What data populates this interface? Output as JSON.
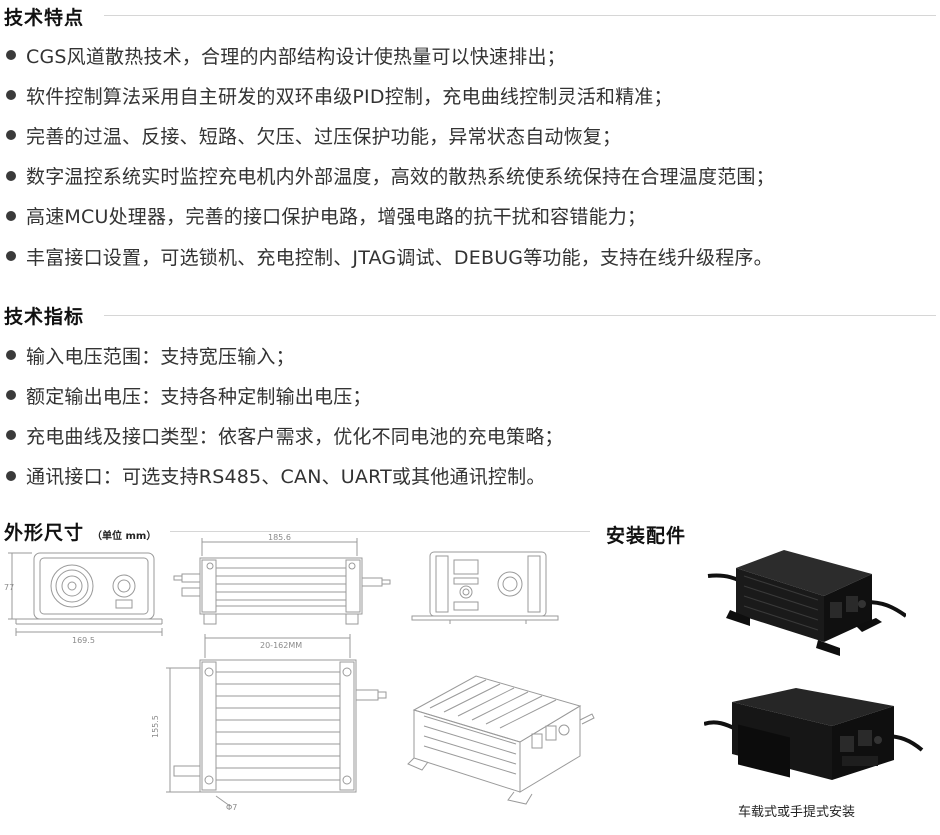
{
  "features": {
    "title": "技术特点",
    "items": [
      "CGS风道散热技术，合理的内部结构设计使热量可以快速排出；",
      "软件控制算法采用自主研发的双环串级PID控制，充电曲线控制灵活和精准；",
      "完善的过温、反接、短路、欠压、过压保护功能，异常状态自动恢复；",
      "数字温控系统实时监控充电机内外部温度，高效的散热系统使系统保持在合理温度范围；",
      "高速MCU处理器，完善的接口保护电路，增强电路的抗干扰和容错能力；",
      "丰富接口设置，可选锁机、充电控制、JTAG调试、DEBUG等功能，支持在线升级程序。"
    ]
  },
  "specs": {
    "title": "技术指标",
    "items": [
      "输入电压范围：支持宽压输入；",
      "额定输出电压：支持各种定制输出电压；",
      "充电曲线及接口类型：依客户需求，优化不同电池的充电策略；",
      "通讯接口：可选支持RS485、CAN、UART或其他通讯控制。"
    ]
  },
  "dimensions": {
    "title": "外形尺寸",
    "unit": "（单位 mm）",
    "labels": {
      "front_height": "77",
      "front_width": "169.5",
      "side_length": "185.6",
      "top_length": "20-162MM",
      "top_width": "155.5",
      "mount_hole": "Φ7"
    }
  },
  "accessories": {
    "title": "安装配件",
    "caption": "车载式或手提式安装"
  },
  "colors": {
    "heading": "#111111",
    "body_text": "#333333",
    "rule": "#d6d6d6",
    "drawing_line": "#9a9a9a",
    "product_body": "#1c1c1c"
  }
}
